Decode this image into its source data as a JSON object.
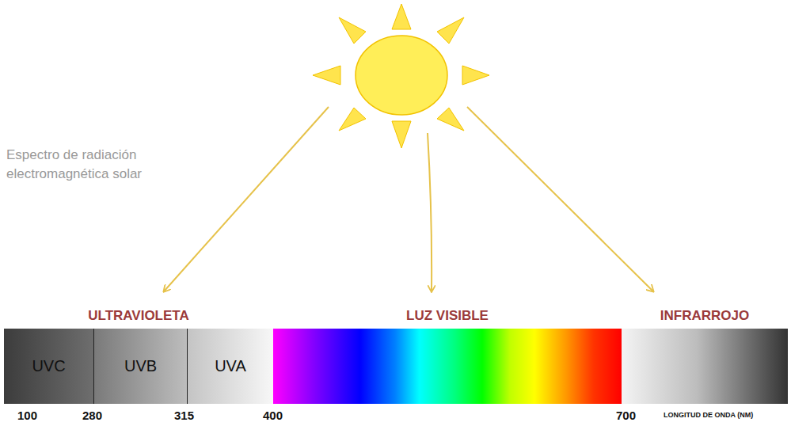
{
  "diagram": {
    "nodes": [
      {
        "text": [
          "ULTRAVIOLETA"
        ]
      },
      {
        "text": [
          "UVC"
        ],
        "in": 0
      },
      {
        "text": [
          "UVB"
        ],
        "in": 0
      },
      {
        "text": [
          "UVA"
        ],
        "in": 0
      },
      {
        "text": [
          "LUZ VISIBLE"
        ]
      },
      {
        "text": [
          "INFRARROJO"
        ]
      }
    ],
    "labels": [
      "Espectro de radiación electromagnética solar",
      "100",
      "280",
      "315",
      "400",
      "700",
      "LONGITUD DE ONDA (NM)"
    ]
  }
}
